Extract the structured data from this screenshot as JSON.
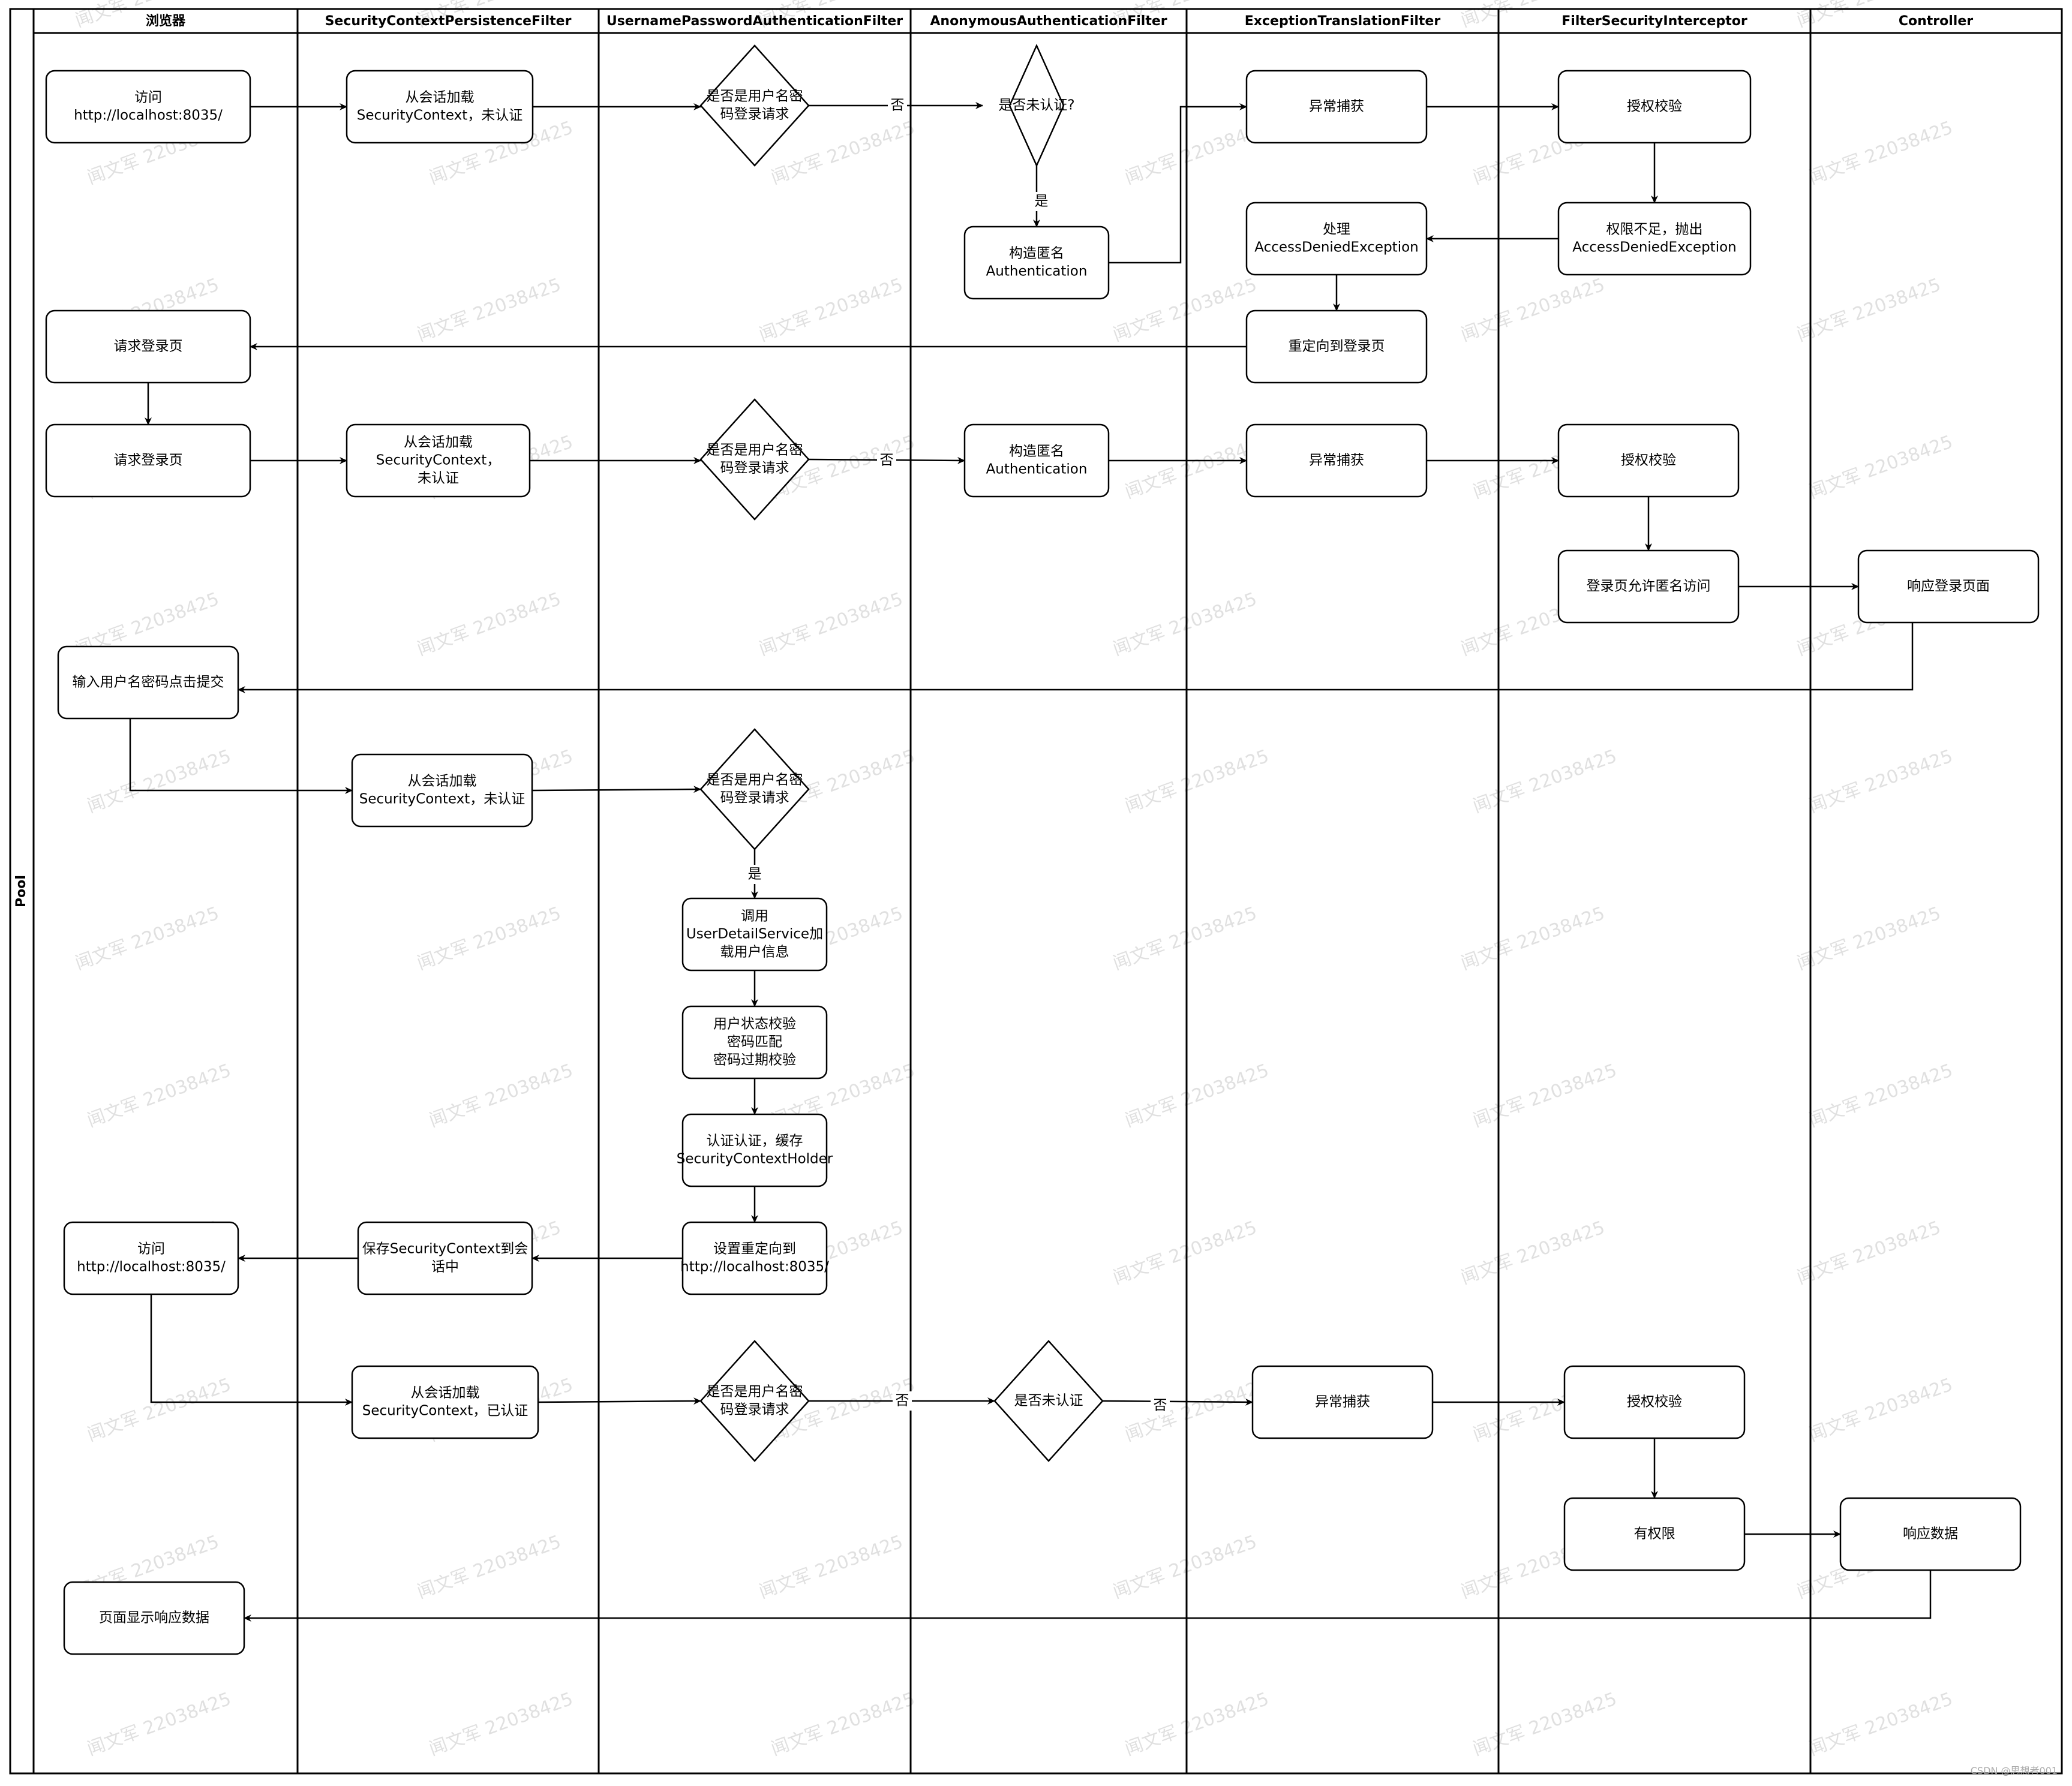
{
  "pool": {
    "label": "Pool"
  },
  "lanes": [
    {
      "id": "browser",
      "label": "浏览器"
    },
    {
      "id": "scpf",
      "label": "SecurityContextPersistenceFilter"
    },
    {
      "id": "upaf",
      "label": "UsernamePasswordAuthenticationFilter"
    },
    {
      "id": "aaf",
      "label": "AnonymousAuthenticationFilter"
    },
    {
      "id": "etf",
      "label": "ExceptionTranslationFilter"
    },
    {
      "id": "fsi",
      "label": "FilterSecurityInterceptor"
    },
    {
      "id": "ctrl",
      "label": "Controller"
    }
  ],
  "nodes": [
    {
      "id": "b1",
      "shape": "rect",
      "lines": [
        "访问",
        "http://localhost:8035/"
      ]
    },
    {
      "id": "s1",
      "shape": "rect",
      "lines": [
        "从会话加载",
        "SecurityContext，未认证"
      ]
    },
    {
      "id": "u1",
      "shape": "diamond",
      "lines": [
        "是否是用户名密",
        "码登录请求"
      ]
    },
    {
      "id": "a1",
      "shape": "diamond",
      "lines": [
        "是否未认证?"
      ]
    },
    {
      "id": "a2",
      "shape": "rect",
      "lines": [
        "构造匿名",
        "Authentication"
      ]
    },
    {
      "id": "e1",
      "shape": "rect",
      "lines": [
        "异常捕获"
      ]
    },
    {
      "id": "f1",
      "shape": "rect",
      "lines": [
        "授权校验"
      ]
    },
    {
      "id": "f2",
      "shape": "rect",
      "lines": [
        "权限不足，抛出",
        "AccessDeniedException"
      ]
    },
    {
      "id": "e2",
      "shape": "rect",
      "lines": [
        "处理",
        "AccessDeniedException"
      ]
    },
    {
      "id": "e3",
      "shape": "rect",
      "lines": [
        "重定向到登录页"
      ]
    },
    {
      "id": "b2",
      "shape": "rect",
      "lines": [
        "请求登录页"
      ]
    },
    {
      "id": "b3",
      "shape": "rect",
      "lines": [
        "请求登录页"
      ]
    },
    {
      "id": "s2",
      "shape": "rect",
      "lines": [
        "从会话加载",
        "SecurityContext，",
        "未认证"
      ]
    },
    {
      "id": "u2",
      "shape": "diamond",
      "lines": [
        "是否是用户名密",
        "码登录请求"
      ]
    },
    {
      "id": "a3",
      "shape": "rect",
      "lines": [
        "构造匿名",
        "Authentication"
      ]
    },
    {
      "id": "e4",
      "shape": "rect",
      "lines": [
        "异常捕获"
      ]
    },
    {
      "id": "f3",
      "shape": "rect",
      "lines": [
        "授权校验"
      ]
    },
    {
      "id": "f4",
      "shape": "rect",
      "lines": [
        "登录页允许匿名访问"
      ]
    },
    {
      "id": "c1",
      "shape": "rect",
      "lines": [
        "响应登录页面"
      ]
    },
    {
      "id": "b4",
      "shape": "rect",
      "lines": [
        "输入用户名密码点击提交"
      ]
    },
    {
      "id": "s3",
      "shape": "rect",
      "lines": [
        "从会话加载",
        "SecurityContext，未认证"
      ]
    },
    {
      "id": "u3",
      "shape": "diamond",
      "lines": [
        "是否是用户名密",
        "码登录请求"
      ]
    },
    {
      "id": "u4",
      "shape": "rect",
      "lines": [
        "调用",
        "UserDetailService加",
        "载用户信息"
      ]
    },
    {
      "id": "u5",
      "shape": "rect",
      "lines": [
        "用户状态校验",
        "密码匹配",
        "密码过期校验"
      ]
    },
    {
      "id": "u6",
      "shape": "rect",
      "lines": [
        "认证认证，缓存",
        "SecurityContextHolder"
      ]
    },
    {
      "id": "u7",
      "shape": "rect",
      "lines": [
        "设置重定向到",
        "http://localhost:8035/"
      ]
    },
    {
      "id": "s4",
      "shape": "rect",
      "lines": [
        "保存SecurityContext到会",
        "话中"
      ]
    },
    {
      "id": "b5",
      "shape": "rect",
      "lines": [
        "访问",
        "http://localhost:8035/"
      ]
    },
    {
      "id": "s5",
      "shape": "rect",
      "lines": [
        "从会话加载",
        "SecurityContext，已认证"
      ]
    },
    {
      "id": "u8",
      "shape": "diamond",
      "lines": [
        "是否是用户名密",
        "码登录请求"
      ]
    },
    {
      "id": "a4",
      "shape": "diamond",
      "lines": [
        "是否未认证"
      ]
    },
    {
      "id": "e5",
      "shape": "rect",
      "lines": [
        "异常捕获"
      ]
    },
    {
      "id": "f5",
      "shape": "rect",
      "lines": [
        "授权校验"
      ]
    },
    {
      "id": "f6",
      "shape": "rect",
      "lines": [
        "有权限"
      ]
    },
    {
      "id": "c2",
      "shape": "rect",
      "lines": [
        "响应数据"
      ]
    },
    {
      "id": "b6",
      "shape": "rect",
      "lines": [
        "页面显示响应数据"
      ]
    }
  ],
  "edges": [
    {
      "from": "b1",
      "to": "s1",
      "label": ""
    },
    {
      "from": "s1",
      "to": "u1",
      "label": ""
    },
    {
      "from": "u1",
      "to": "a1",
      "label": "否"
    },
    {
      "from": "a1",
      "to": "a2",
      "label": "是"
    },
    {
      "from": "a2",
      "to": "e1",
      "label": ""
    },
    {
      "from": "e1",
      "to": "f1",
      "label": ""
    },
    {
      "from": "f1",
      "to": "f2",
      "label": ""
    },
    {
      "from": "f2",
      "to": "e2",
      "label": ""
    },
    {
      "from": "e2",
      "to": "e3",
      "label": ""
    },
    {
      "from": "e3",
      "to": "b2",
      "label": ""
    },
    {
      "from": "b2",
      "to": "b3",
      "label": ""
    },
    {
      "from": "b3",
      "to": "s2",
      "label": ""
    },
    {
      "from": "s2",
      "to": "u2",
      "label": ""
    },
    {
      "from": "u2",
      "to": "a3",
      "label": "否"
    },
    {
      "from": "a3",
      "to": "e4",
      "label": ""
    },
    {
      "from": "e4",
      "to": "f3",
      "label": ""
    },
    {
      "from": "f3",
      "to": "f4",
      "label": ""
    },
    {
      "from": "f4",
      "to": "c1",
      "label": ""
    },
    {
      "from": "c1",
      "to": "b4",
      "label": ""
    },
    {
      "from": "b4",
      "to": "s3",
      "label": ""
    },
    {
      "from": "s3",
      "to": "u3",
      "label": ""
    },
    {
      "from": "u3",
      "to": "u4",
      "label": "是"
    },
    {
      "from": "u4",
      "to": "u5",
      "label": ""
    },
    {
      "from": "u5",
      "to": "u6",
      "label": ""
    },
    {
      "from": "u6",
      "to": "u7",
      "label": ""
    },
    {
      "from": "u7",
      "to": "s4",
      "label": ""
    },
    {
      "from": "s4",
      "to": "b5",
      "label": ""
    },
    {
      "from": "b5",
      "to": "s5",
      "label": ""
    },
    {
      "from": "s5",
      "to": "u8",
      "label": ""
    },
    {
      "from": "u8",
      "to": "a4",
      "label": "否"
    },
    {
      "from": "a4",
      "to": "e5",
      "label": "否"
    },
    {
      "from": "e5",
      "to": "f5",
      "label": ""
    },
    {
      "from": "f5",
      "to": "f6",
      "label": ""
    },
    {
      "from": "f6",
      "to": "c2",
      "label": ""
    },
    {
      "from": "c2",
      "to": "b6",
      "label": ""
    }
  ],
  "watermark": {
    "text": "闻文军 22038425"
  },
  "corner_mark": {
    "text": "CSDN @思想者001"
  },
  "colors": {
    "stroke": "#000000",
    "fill": "#ffffff",
    "watermark": "#c8c8c8"
  }
}
